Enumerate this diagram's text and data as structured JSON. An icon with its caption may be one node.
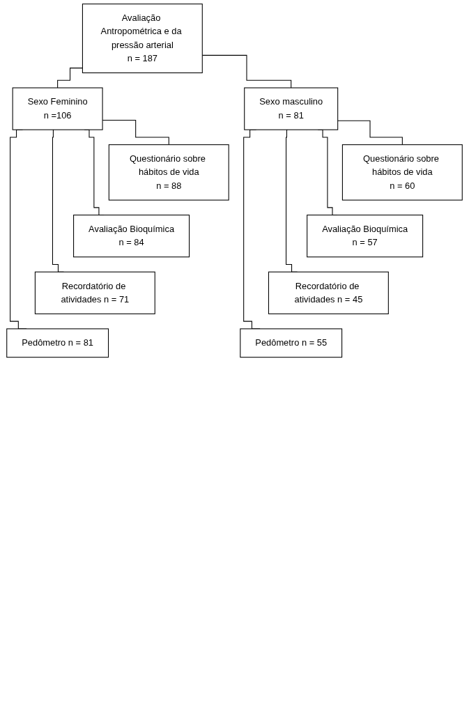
{
  "diagram": {
    "nodes": [
      {
        "text": [
          "Avaliação Antropométrica e da pressão arterial",
          "n = 187"
        ]
      },
      {
        "text": [
          "Sexo Feminino",
          "n =106"
        ]
      },
      {
        "text": [
          "Sexo masculino",
          "n = 81"
        ]
      },
      {
        "text": [
          "Questionário sobre hábitos de vida",
          "n = 88"
        ]
      },
      {
        "text": [
          "Avaliação Bioquímica",
          "n = 84"
        ]
      },
      {
        "text": [
          "Recordatório de atividades n = 71"
        ]
      },
      {
        "text": [
          "Pedômetro n = 81"
        ]
      },
      {
        "text": [
          "Questionário sobre hábitos de vida",
          "n = 60"
        ]
      },
      {
        "text": [
          "Avaliação Bioquímica",
          "n = 57"
        ]
      },
      {
        "text": [
          "Recordatório de atividades n = 45"
        ]
      },
      {
        "text": [
          "Pedômetro n = 55"
        ]
      }
    ],
    "edges": [
      {
        "from": 0,
        "to": 1,
        "arrow": "none"
      },
      {
        "from": 0,
        "to": 2,
        "arrow": "none"
      },
      {
        "from": 1,
        "to": 3,
        "arrow": "none"
      },
      {
        "from": 1,
        "to": 4,
        "arrow": "none"
      },
      {
        "from": 1,
        "to": 5,
        "arrow": "none"
      },
      {
        "from": 1,
        "to": 6,
        "arrow": "none"
      },
      {
        "from": 2,
        "to": 7,
        "arrow": "none"
      },
      {
        "from": 2,
        "to": 8,
        "arrow": "none"
      },
      {
        "from": 2,
        "to": 9,
        "arrow": "none"
      },
      {
        "from": 2,
        "to": 10,
        "arrow": "none"
      }
    ]
  }
}
